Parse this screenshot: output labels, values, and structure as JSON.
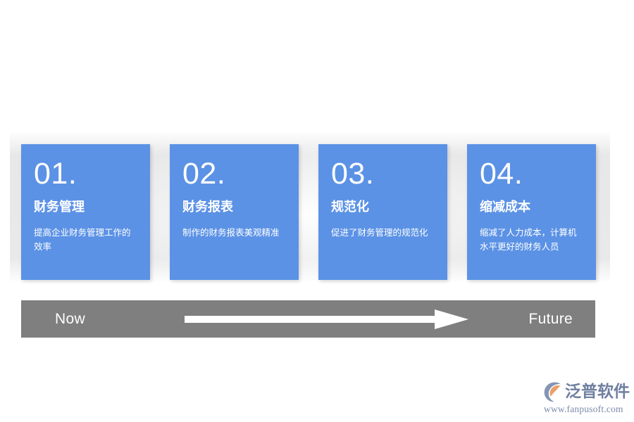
{
  "slide": {
    "background_color": "#ffffff",
    "accent_color": "#5b92e5",
    "bar_color": "#7f7f7f"
  },
  "cards": [
    {
      "number": "01.",
      "title": "财务管理",
      "description": "提高企业财务管理工作的效率"
    },
    {
      "number": "02.",
      "title": "财务报表",
      "description": "制作的财务报表美观精准"
    },
    {
      "number": "03.",
      "title": "规范化",
      "description": "促进了财务管理的规范化"
    },
    {
      "number": "04.",
      "title": "缩减成本",
      "description": "缩减了人力成本，计算机水平更好的财务人员"
    }
  ],
  "timeline": {
    "start_label": "Now",
    "end_label": "Future",
    "arrow_direction": "right",
    "arrow_color": "#ffffff"
  },
  "logo": {
    "brand": "泛普软件",
    "url": "www.fanpusoft.com",
    "mark_arc_color": "#8494b4",
    "mark_leaf_color": "#e8a16a",
    "text_color": "#6f7fa0"
  }
}
